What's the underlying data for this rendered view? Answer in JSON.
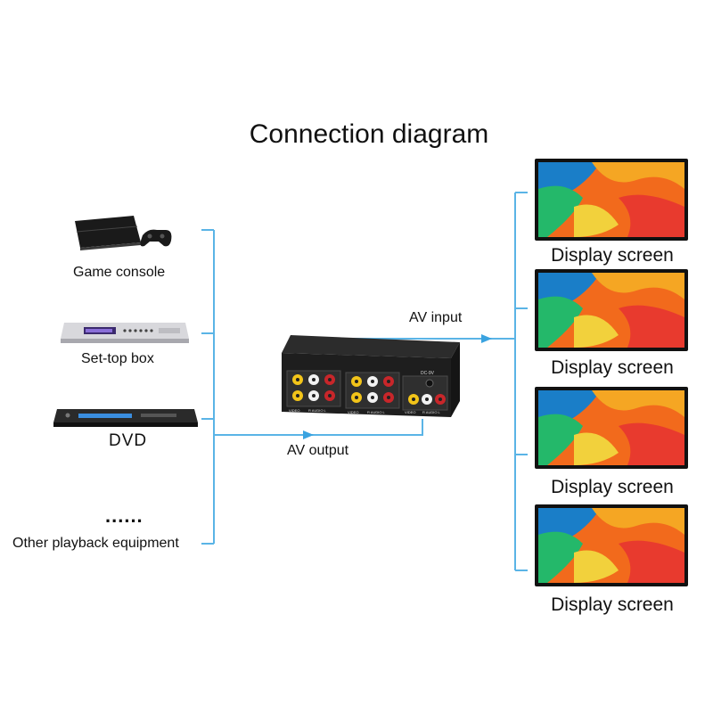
{
  "title": "Connection diagram",
  "sources": [
    {
      "label": "Game console",
      "icon": "game-console-icon"
    },
    {
      "label": "Set-top box",
      "icon": "set-top-box-icon"
    },
    {
      "label": "DVD",
      "icon": "dvd-player-icon"
    },
    {
      "label": "......",
      "icon": "ellipsis-icon"
    },
    {
      "label": "Other playback equipment"
    }
  ],
  "flows": {
    "av_output": "AV output",
    "av_input": "AV input"
  },
  "device": {
    "power_label": "DC-9V",
    "port_labels": [
      "VIDEO",
      "R AUDIO L",
      "VIDEO",
      "R AUDIO L",
      "VIDEO",
      "R AUDIO L"
    ]
  },
  "displays": [
    {
      "label": "Display screen"
    },
    {
      "label": "Display screen"
    },
    {
      "label": "Display screen"
    },
    {
      "label": "Display screen"
    }
  ],
  "colors": {
    "wire": "#5ab4e6",
    "device_body": "#1e1e1e",
    "jack_yellow": "#f2c419",
    "jack_white": "#f2f2f2",
    "jack_red": "#c8262a"
  }
}
